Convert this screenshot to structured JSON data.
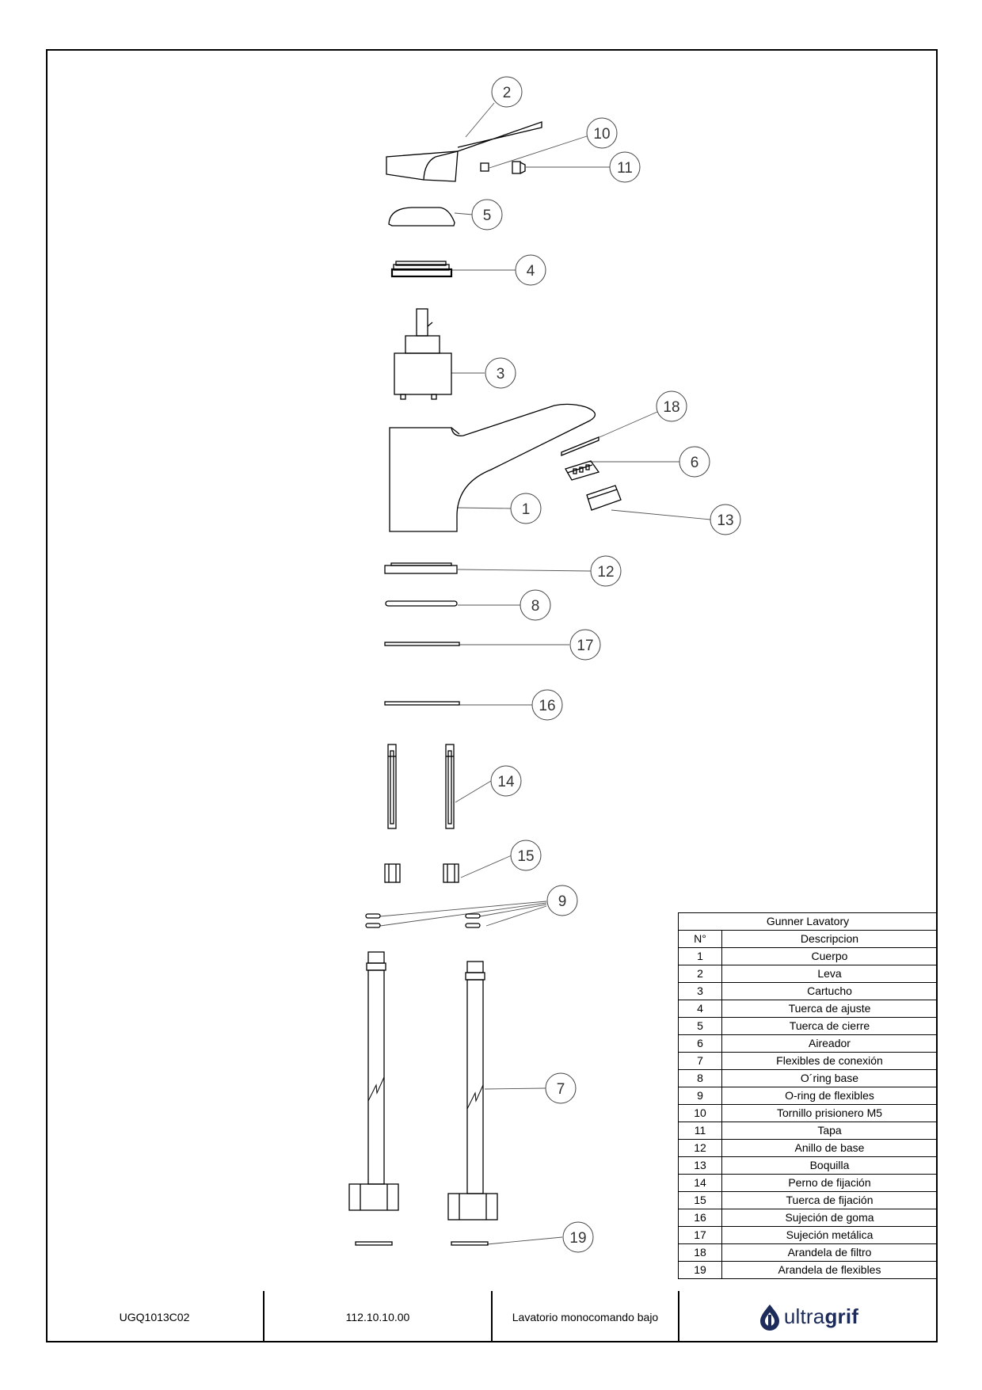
{
  "title_block": {
    "code": "UGQ1013C02",
    "reference": "112.10.10.00",
    "description": "Lavatorio monocomando bajo",
    "logo": {
      "text_light": "ultra",
      "text_bold": "grif",
      "icon": "water-drop-icon",
      "color": "#1d2b5a"
    }
  },
  "parts_table": {
    "title": "Gunner Lavatory",
    "headers": {
      "number": "N°",
      "description": "Descripcion"
    },
    "rows": [
      {
        "n": "1",
        "desc": "Cuerpo"
      },
      {
        "n": "2",
        "desc": "Leva"
      },
      {
        "n": "3",
        "desc": "Cartucho"
      },
      {
        "n": "4",
        "desc": "Tuerca de ajuste"
      },
      {
        "n": "5",
        "desc": "Tuerca de cierre"
      },
      {
        "n": "6",
        "desc": "Aireador"
      },
      {
        "n": "7",
        "desc": "Flexibles de conexión"
      },
      {
        "n": "8",
        "desc": "O´ring base"
      },
      {
        "n": "9",
        "desc": "O-ring de flexibles"
      },
      {
        "n": "10",
        "desc": "Tornillo prisionero M5"
      },
      {
        "n": "11",
        "desc": "Tapa"
      },
      {
        "n": "12",
        "desc": "Anillo de base"
      },
      {
        "n": "13",
        "desc": "Boquilla"
      },
      {
        "n": "14",
        "desc": "Perno de fijación"
      },
      {
        "n": "15",
        "desc": "Tuerca de fijación"
      },
      {
        "n": "16",
        "desc": "Sujeción de goma"
      },
      {
        "n": "17",
        "desc": "Sujeción metálica"
      },
      {
        "n": "18",
        "desc": "Arandela de filtro"
      },
      {
        "n": "19",
        "desc": "Arandela de flexibles"
      }
    ]
  },
  "callouts": [
    "2",
    "10",
    "11",
    "5",
    "4",
    "3",
    "18",
    "6",
    "1",
    "13",
    "12",
    "8",
    "17",
    "16",
    "14",
    "15",
    "9",
    "7",
    "19"
  ]
}
